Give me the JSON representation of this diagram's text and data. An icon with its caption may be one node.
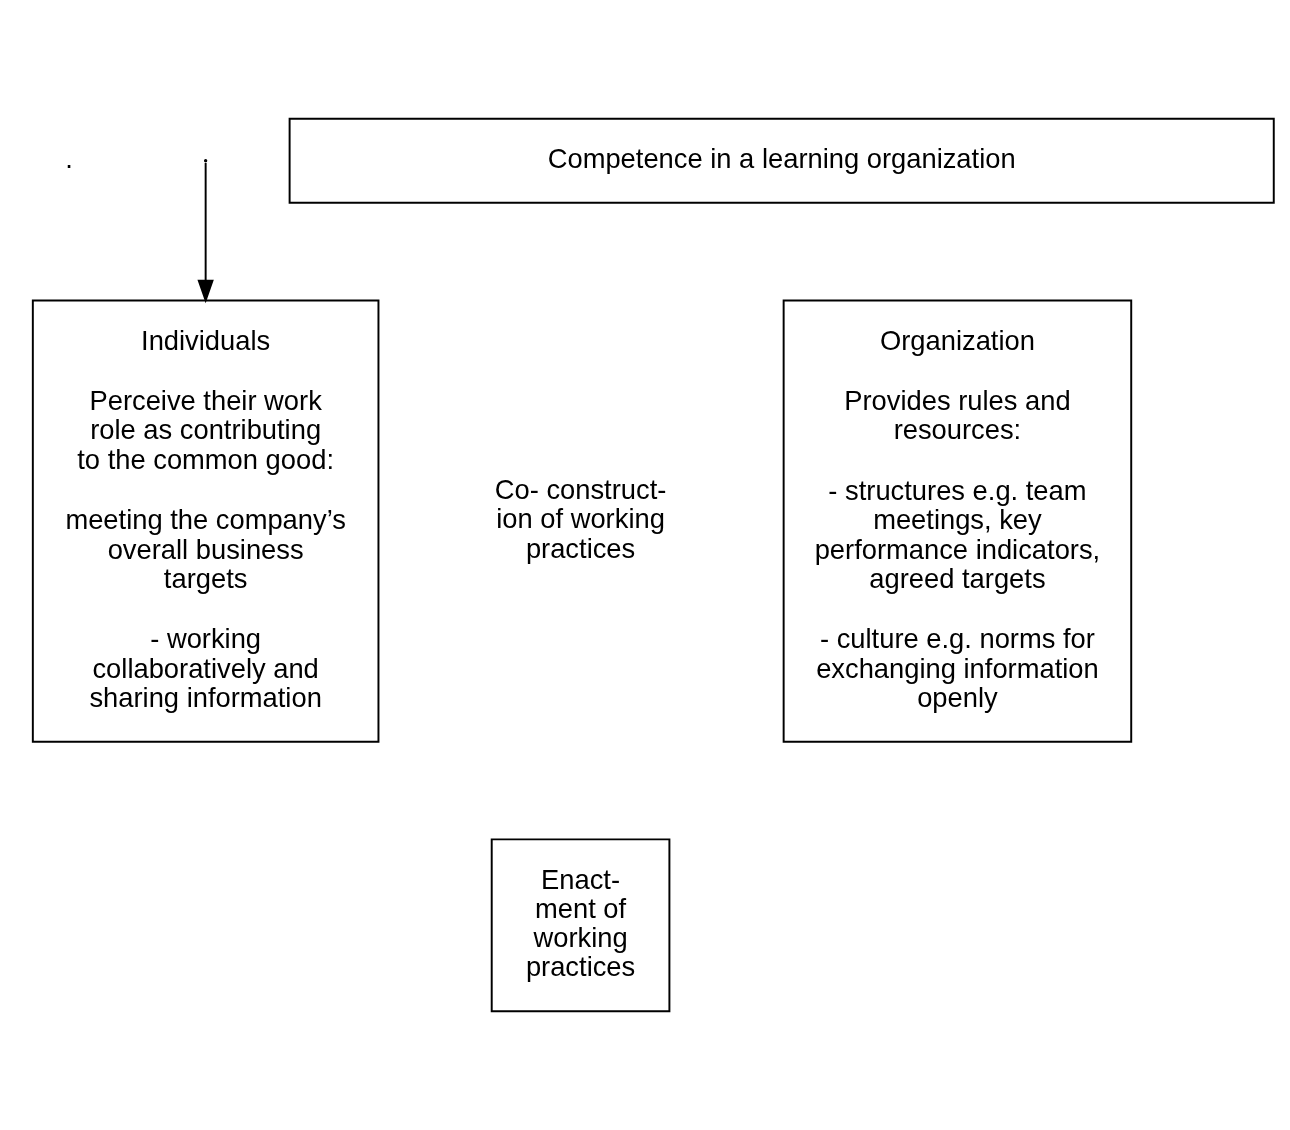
{
  "diagram": {
    "nodes": [
      {
        "text": [
          "Competence in a learning organization"
        ]
      },
      {
        "text": [
          "Individuals",
          "Perceive their work role as contributing to the common good:",
          "meeting the company’s overall business targets",
          "- working collaboratively and sharing information"
        ]
      },
      {
        "text": [
          "Organization",
          "Provides rules and resources:",
          "- structures e.g. team meetings, key performance indicators, agreed targets",
          "- culture e.g. norms for exchanging information openly"
        ]
      },
      {
        "text": [
          "Enact- ment of working practices"
        ]
      }
    ],
    "edges": [
      {
        "from": null,
        "to": 1,
        "arrow": "to"
      }
    ],
    "labels": [
      ".",
      "Co- construct- ion of working practices"
    ]
  }
}
